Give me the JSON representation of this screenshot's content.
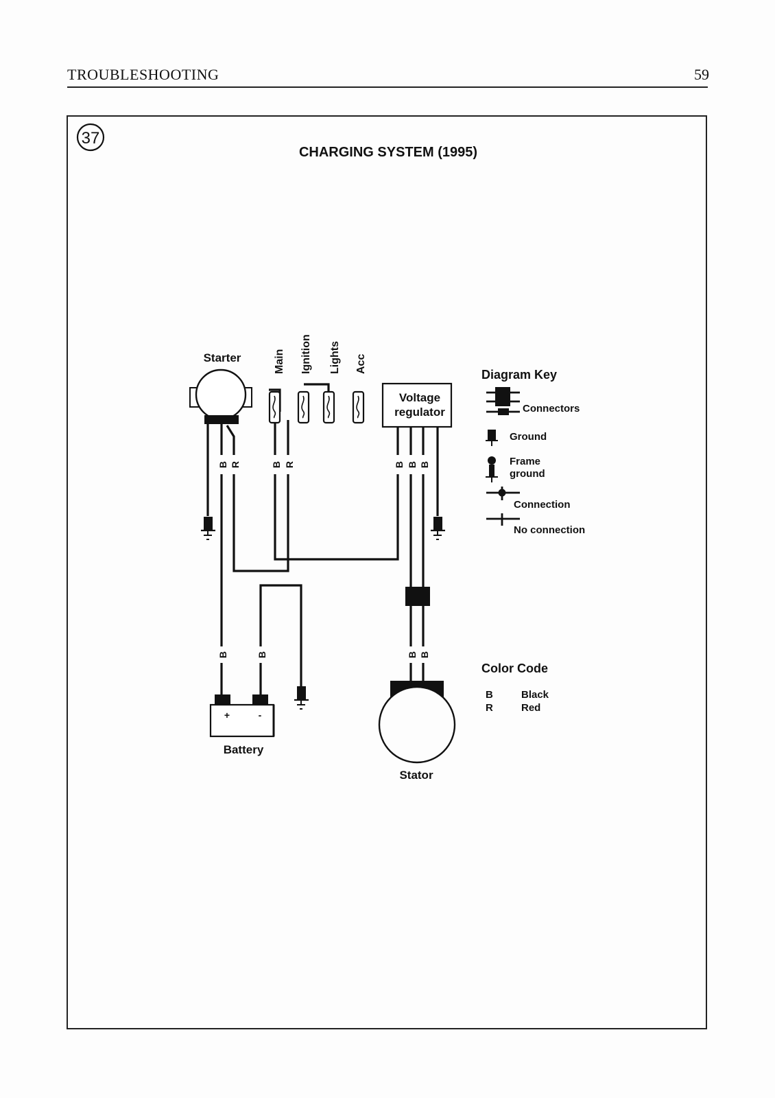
{
  "header": {
    "section_title": "TROUBLESHOOTING",
    "page_number": "59"
  },
  "figure": {
    "number": "37",
    "title": "CHARGING SYSTEM (1995)"
  },
  "components": {
    "starter": "Starter",
    "battery": "Battery",
    "battery_positive": "+",
    "battery_negative": "-",
    "stator": "Stator",
    "voltage_regulator_line1": "Voltage",
    "voltage_regulator_line2": "regulator"
  },
  "fuses": [
    "Main",
    "Ignition",
    "Lights",
    "Acc"
  ],
  "wire_labels": {
    "starter_left": "B",
    "starter_right": "R",
    "main_left": "B",
    "main_right": "R",
    "regulator_1": "B",
    "regulator_2": "B",
    "regulator_3": "B",
    "battery_positive": "B",
    "battery_negative": "B",
    "stator_left": "B",
    "stator_right": "B"
  },
  "diagram_key": {
    "title": "Diagram Key",
    "connectors": "Connectors",
    "ground": "Ground",
    "frame_ground_line1": "Frame",
    "frame_ground_line2": "ground",
    "connection": "Connection",
    "no_connection": "No connection"
  },
  "color_code": {
    "title": "Color Code",
    "entries": [
      {
        "code": "B",
        "color": "Black"
      },
      {
        "code": "R",
        "color": "Red"
      }
    ]
  }
}
